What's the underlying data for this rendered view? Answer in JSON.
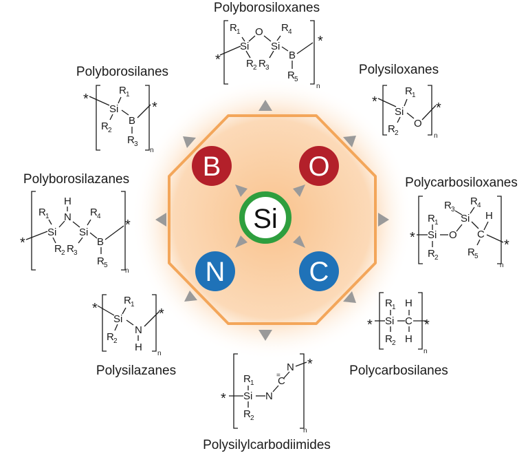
{
  "center": {
    "symbol": "Si",
    "ring_color": "#2e9e3e"
  },
  "elements": {
    "B": {
      "symbol": "B",
      "color": "#b3202a"
    },
    "O": {
      "symbol": "O",
      "color": "#b3202a"
    },
    "N": {
      "symbol": "N",
      "color": "#1f72b8"
    },
    "C": {
      "symbol": "C",
      "color": "#1f72b8"
    }
  },
  "glow_color": "#f9c28c",
  "octagon_color": "#f3a65a",
  "polymers": {
    "polyborosiloxanes": "Polyborosiloxanes",
    "polysiloxanes": "Polysiloxanes",
    "polycarbosiloxanes": "Polycarbosiloxanes",
    "polycarbosilanes": "Polycarbosilanes",
    "polysilylcarbodiimides": "Polysilylcarbodiimides",
    "polysilazanes": "Polysilazanes",
    "polyborosilazanes": "Polyborosilazanes",
    "polyborosilanes": "Polyborosilanes"
  },
  "atoms": {
    "si": "Si",
    "o": "O",
    "b": "B",
    "n": "N",
    "c": "C",
    "h": "H",
    "r": "R",
    "star": "*",
    "eq": "=",
    "s1": "1",
    "s2": "2",
    "s3": "3",
    "s4": "4",
    "s5": "5",
    "sn": "n"
  }
}
